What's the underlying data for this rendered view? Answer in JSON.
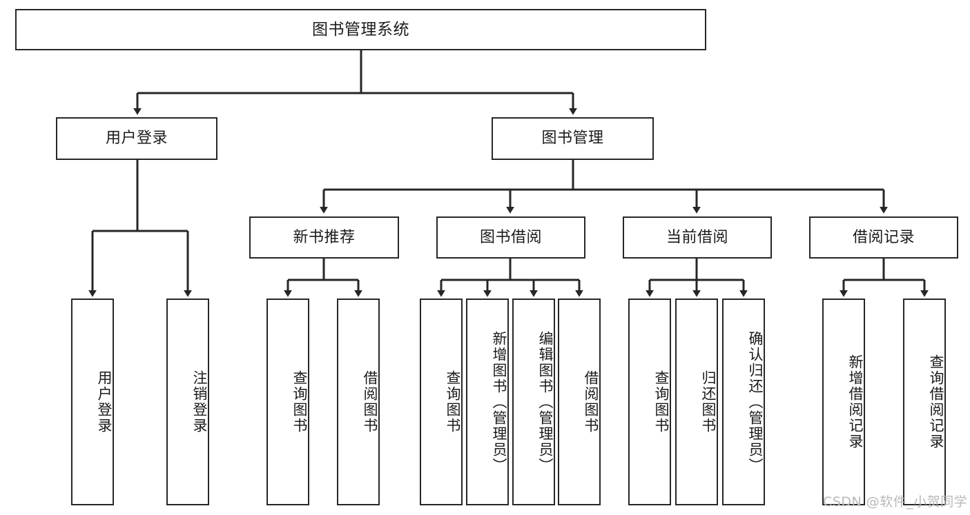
{
  "diagram": {
    "title": "图书管理系统",
    "type": "功能结构图",
    "watermark": "CSDN @软件_小贺同学",
    "colors": {
      "stroke": "#262626",
      "fill": "#ffffff",
      "text": "#1a1a1a",
      "watermark": "#b9b9b9"
    },
    "nodes": {
      "root": "图书管理系统",
      "level2": {
        "user_login": "用户登录",
        "book_manage": "图书管理"
      },
      "level3": {
        "new_book_recommend": "新书推荐",
        "book_borrow": "图书借阅",
        "current_borrow": "当前借阅",
        "borrow_record": "借阅记录"
      },
      "leaves": {
        "user_login_1": "用户登录",
        "user_login_2": "注销登录",
        "recommend_1": "查询图书",
        "recommend_2": "借阅图书",
        "borrow_1": "查询图书",
        "borrow_2": "新增图书（管理员）",
        "borrow_3": "编辑图书（管理员）",
        "borrow_4": "借阅图书",
        "current_1": "查询图书",
        "current_2": "归还图书",
        "current_3": "确认归还（管理员）",
        "record_1": "新增借阅记录",
        "record_2": "查询借阅记录"
      }
    }
  }
}
